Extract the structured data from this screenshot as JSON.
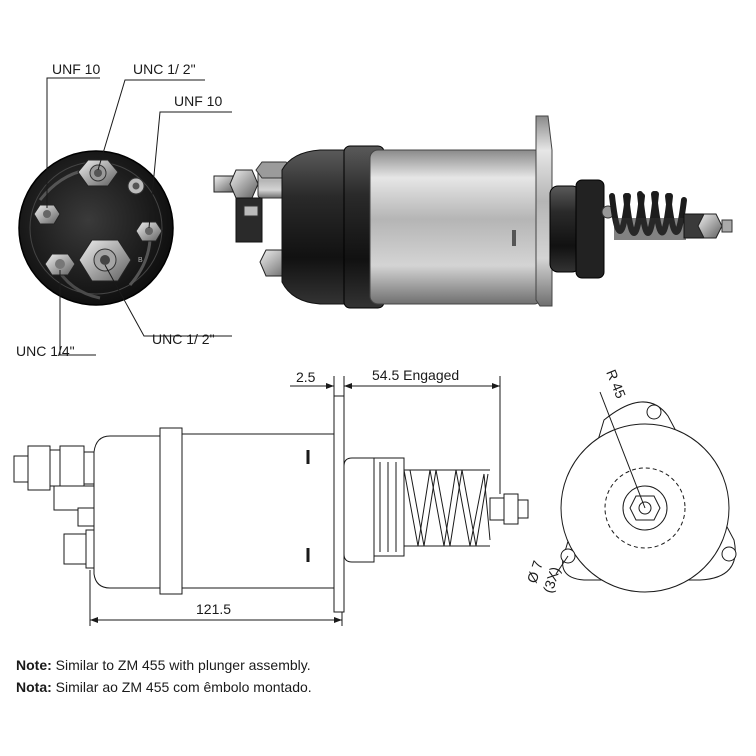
{
  "labels": {
    "top_left_unf": "UNF 10",
    "top_unc_half": "UNC 1/ 2\"",
    "right_unf": "UNF 10",
    "unc_quarter": "UNC 1/4\"",
    "bottom_unc_half": "UNC 1/ 2\""
  },
  "dimensions": {
    "flange_thickness": "2.5",
    "engaged_length": "54.5 Engaged",
    "body_length": "121.5",
    "radius": "R 45",
    "hole_diameter": "Ø 7",
    "hole_count": "(3X)"
  },
  "notes": {
    "en_label": "Note:",
    "en_text": "Similar to ZM 455 with plunger assembly.",
    "pt_label": "Nota:",
    "pt_text": "Similar ao ZM 455 com êmbolo montado."
  }
}
